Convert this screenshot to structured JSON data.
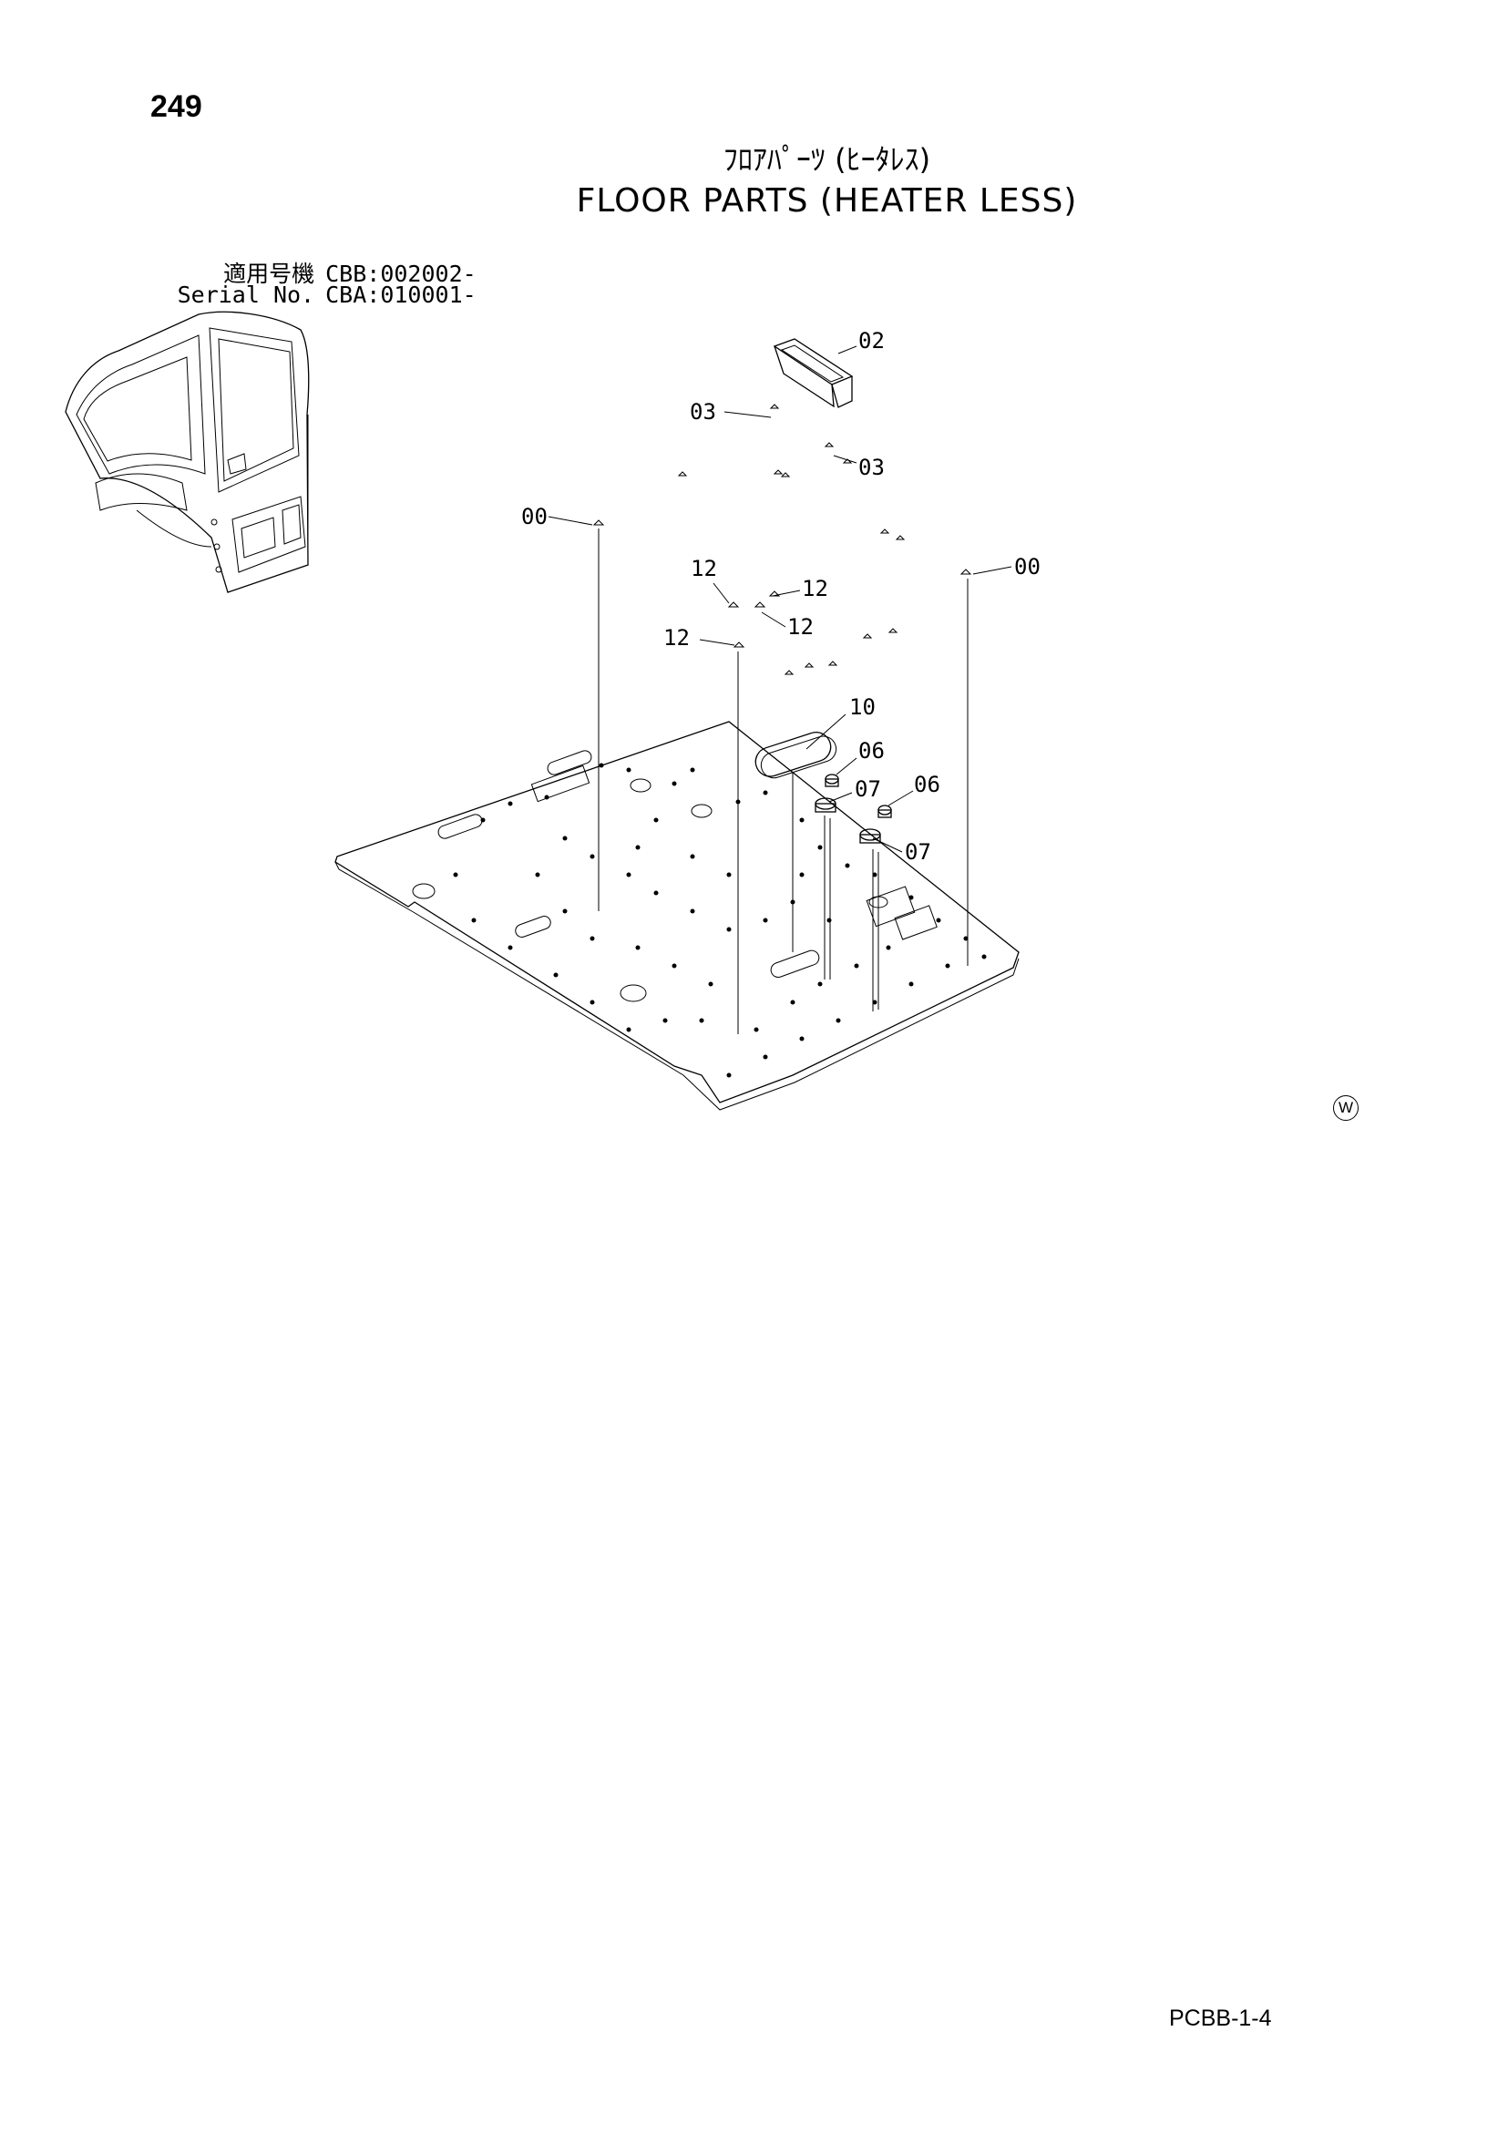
{
  "page": {
    "number": "249",
    "title_jp": "ﾌﾛｱﾊﾟｰﾂ (ﾋｰﾀﾚｽ)",
    "title_en": "FLOOR PARTS (HEATER LESS)",
    "serials": [
      {
        "label": "適用号機",
        "value": "CBB:002002-"
      },
      {
        "label": "Serial No.",
        "value": "CBA:010001-"
      }
    ],
    "footer_code": "PCBB-1-4",
    "marker": "W"
  },
  "callouts": {
    "c02": "02",
    "c03a": "03",
    "c03b": "03",
    "c00a": "00",
    "c00b": "00",
    "c12a": "12",
    "c12b": "12",
    "c12c": "12",
    "c12d": "12",
    "c10": "10",
    "c06a": "06",
    "c06b": "06",
    "c07a": "07",
    "c07b": "07"
  }
}
